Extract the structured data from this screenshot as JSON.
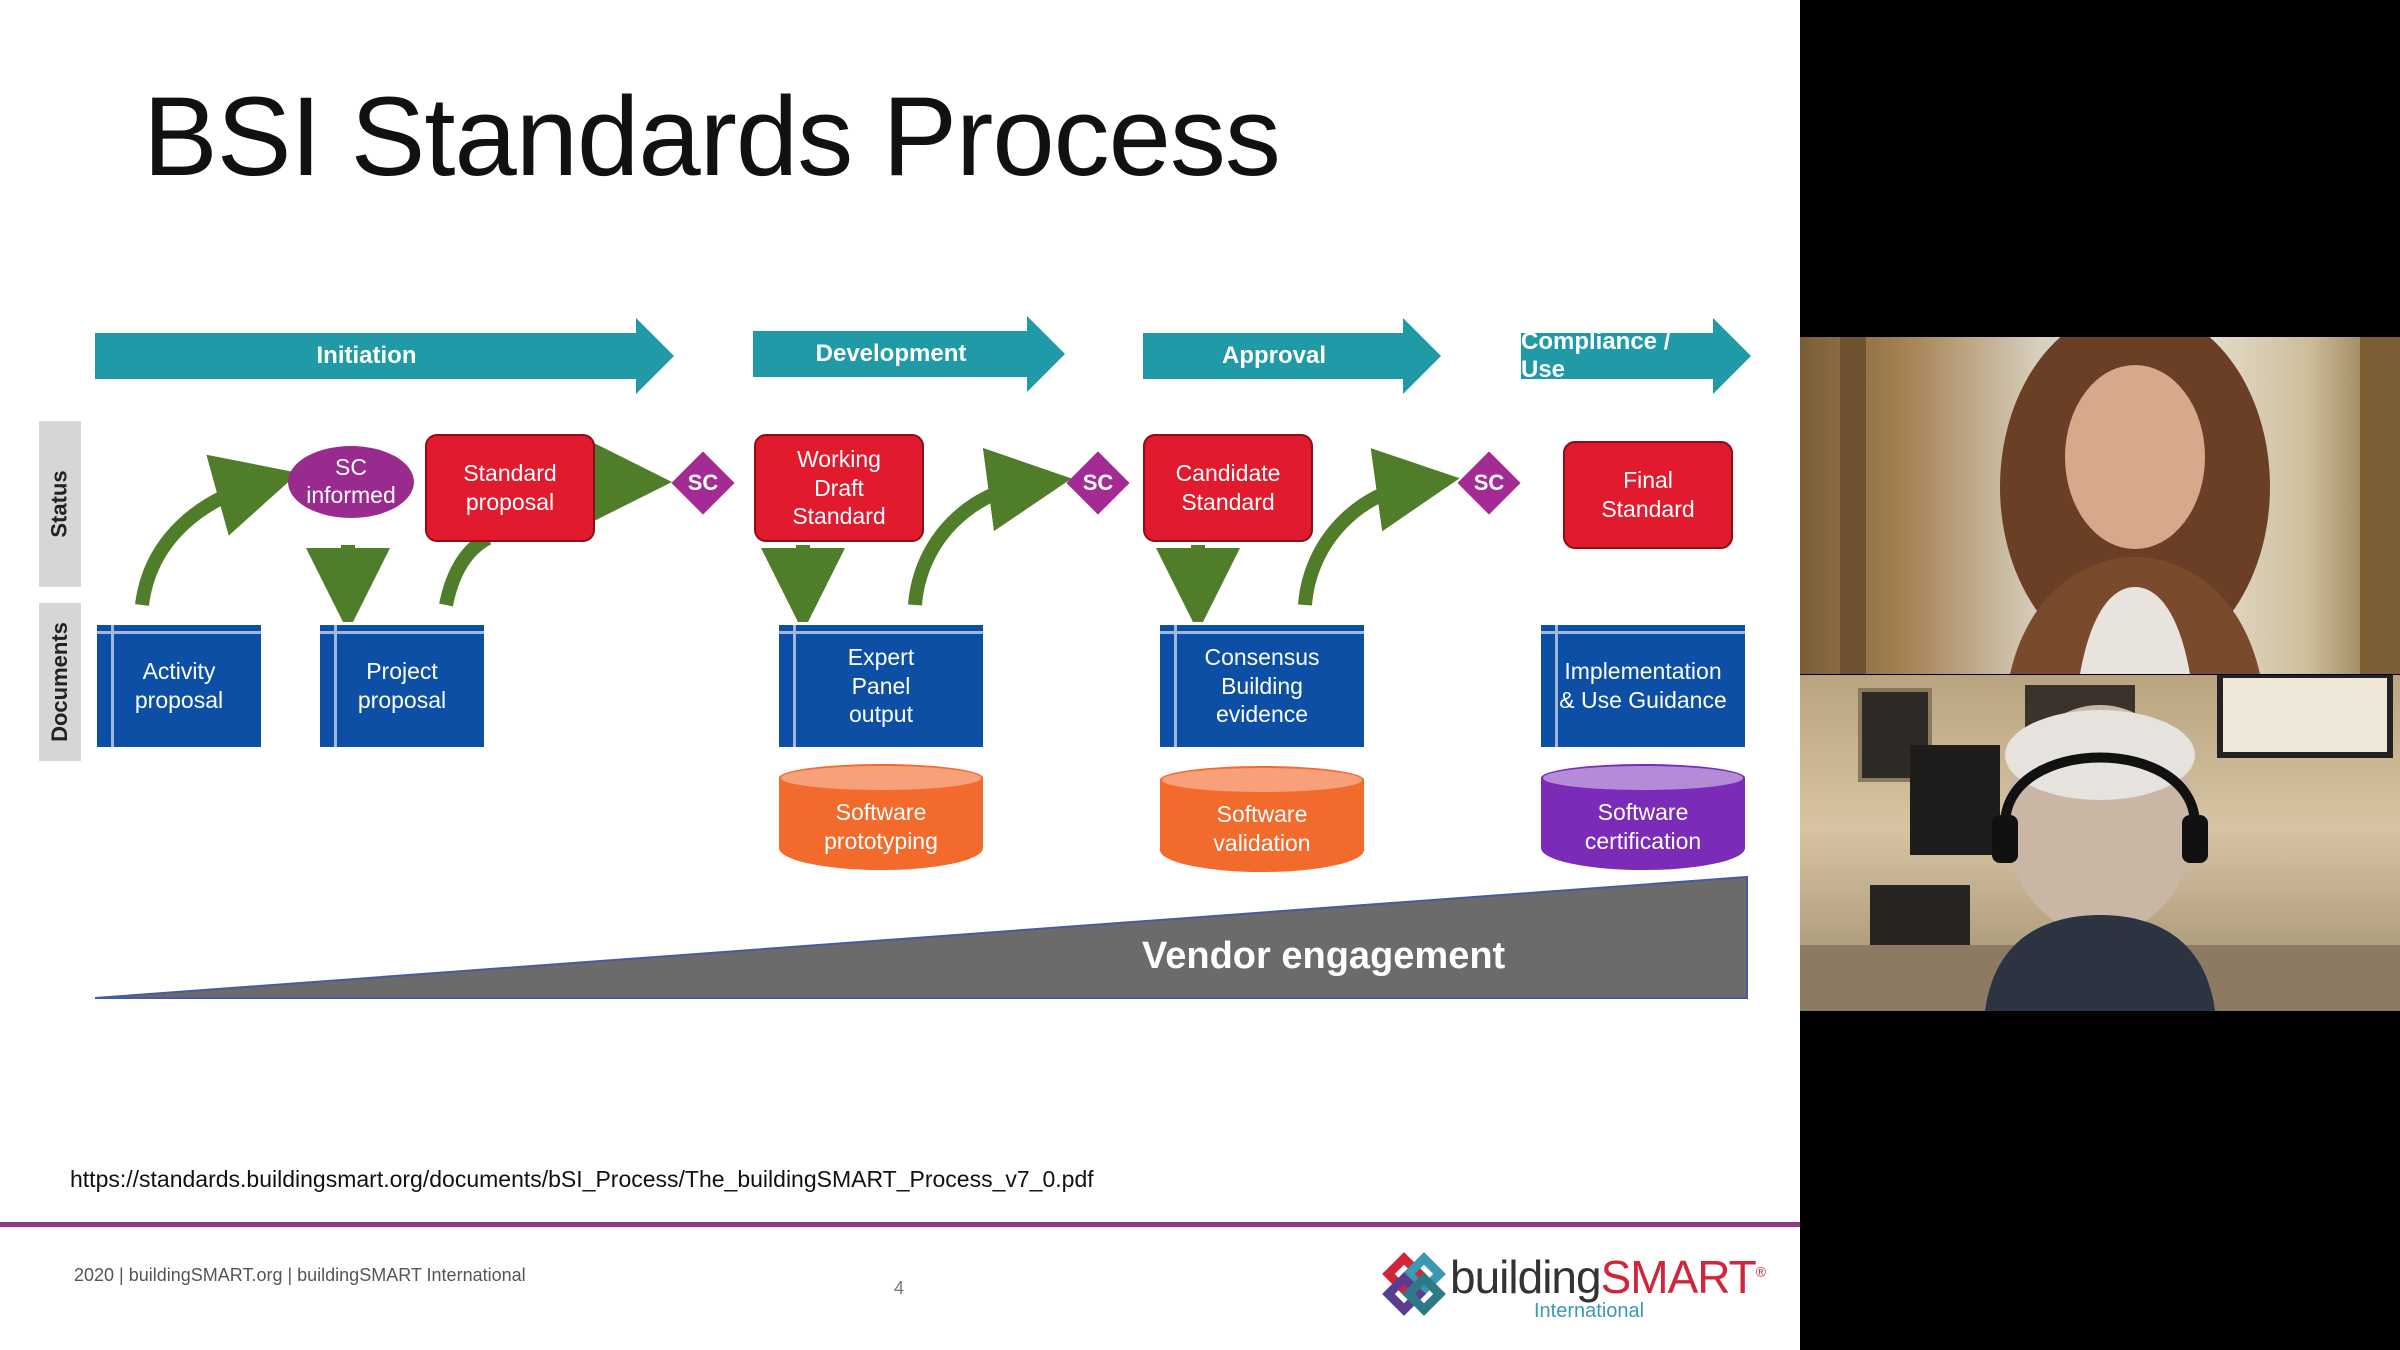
{
  "slide": {
    "title": "BSI Standards Process",
    "phases": [
      {
        "label": "Initiation"
      },
      {
        "label": "Development"
      },
      {
        "label": "Approval"
      },
      {
        "label": "Compliance / Use"
      }
    ],
    "row_labels": {
      "status": "Status",
      "documents": "Documents"
    },
    "status_nodes": {
      "sc_informed": "SC\ninformed",
      "standard_proposal": "Standard\nproposal",
      "working_draft": "Working\nDraft\nStandard",
      "candidate_standard": "Candidate\nStandard",
      "final_standard": "Final\nStandard",
      "sc": "SC"
    },
    "documents": {
      "activity_proposal": "Activity\nproposal",
      "project_proposal": "Project\nproposal",
      "expert_panel_output": "Expert\nPanel\noutput",
      "consensus_building": "Consensus\nBuilding\nevidence",
      "implementation": "Implementation\n& Use Guidance"
    },
    "software": {
      "prototyping": "Software\nprototyping",
      "validation": "Software\nvalidation",
      "certification": "Software\ncertification"
    },
    "vendor_engagement": "Vendor engagement",
    "url": "https://standards.buildingsmart.org/documents/bSI_Process/The_buildingSMART_Process_v7_0.pdf",
    "footer": "2020 | buildingSMART.org | buildingSMART International",
    "page_number": "4",
    "logo": {
      "word_a": "building",
      "word_b": "SMART",
      "trademark": "®",
      "sub": "International"
    }
  },
  "colors": {
    "phase": "#1f9aa6",
    "status_red": "#e11a2e",
    "sc_purple": "#a32b93",
    "doc_blue": "#0d4fa5",
    "software_orange": "#f26a2c",
    "certification_purple": "#7a2bb8",
    "arrow_green": "#4f7d2a",
    "vendor_gray": "#6b6b6b",
    "divider": "#8d3a87"
  },
  "icons": [
    "buildingsmart-logo-icon",
    "sc-diamond-icon",
    "green-arrow-icon"
  ],
  "participants": [
    {
      "name": "",
      "video": "participant-woman-video"
    },
    {
      "name": "",
      "video": "participant-man-headset-video"
    }
  ]
}
